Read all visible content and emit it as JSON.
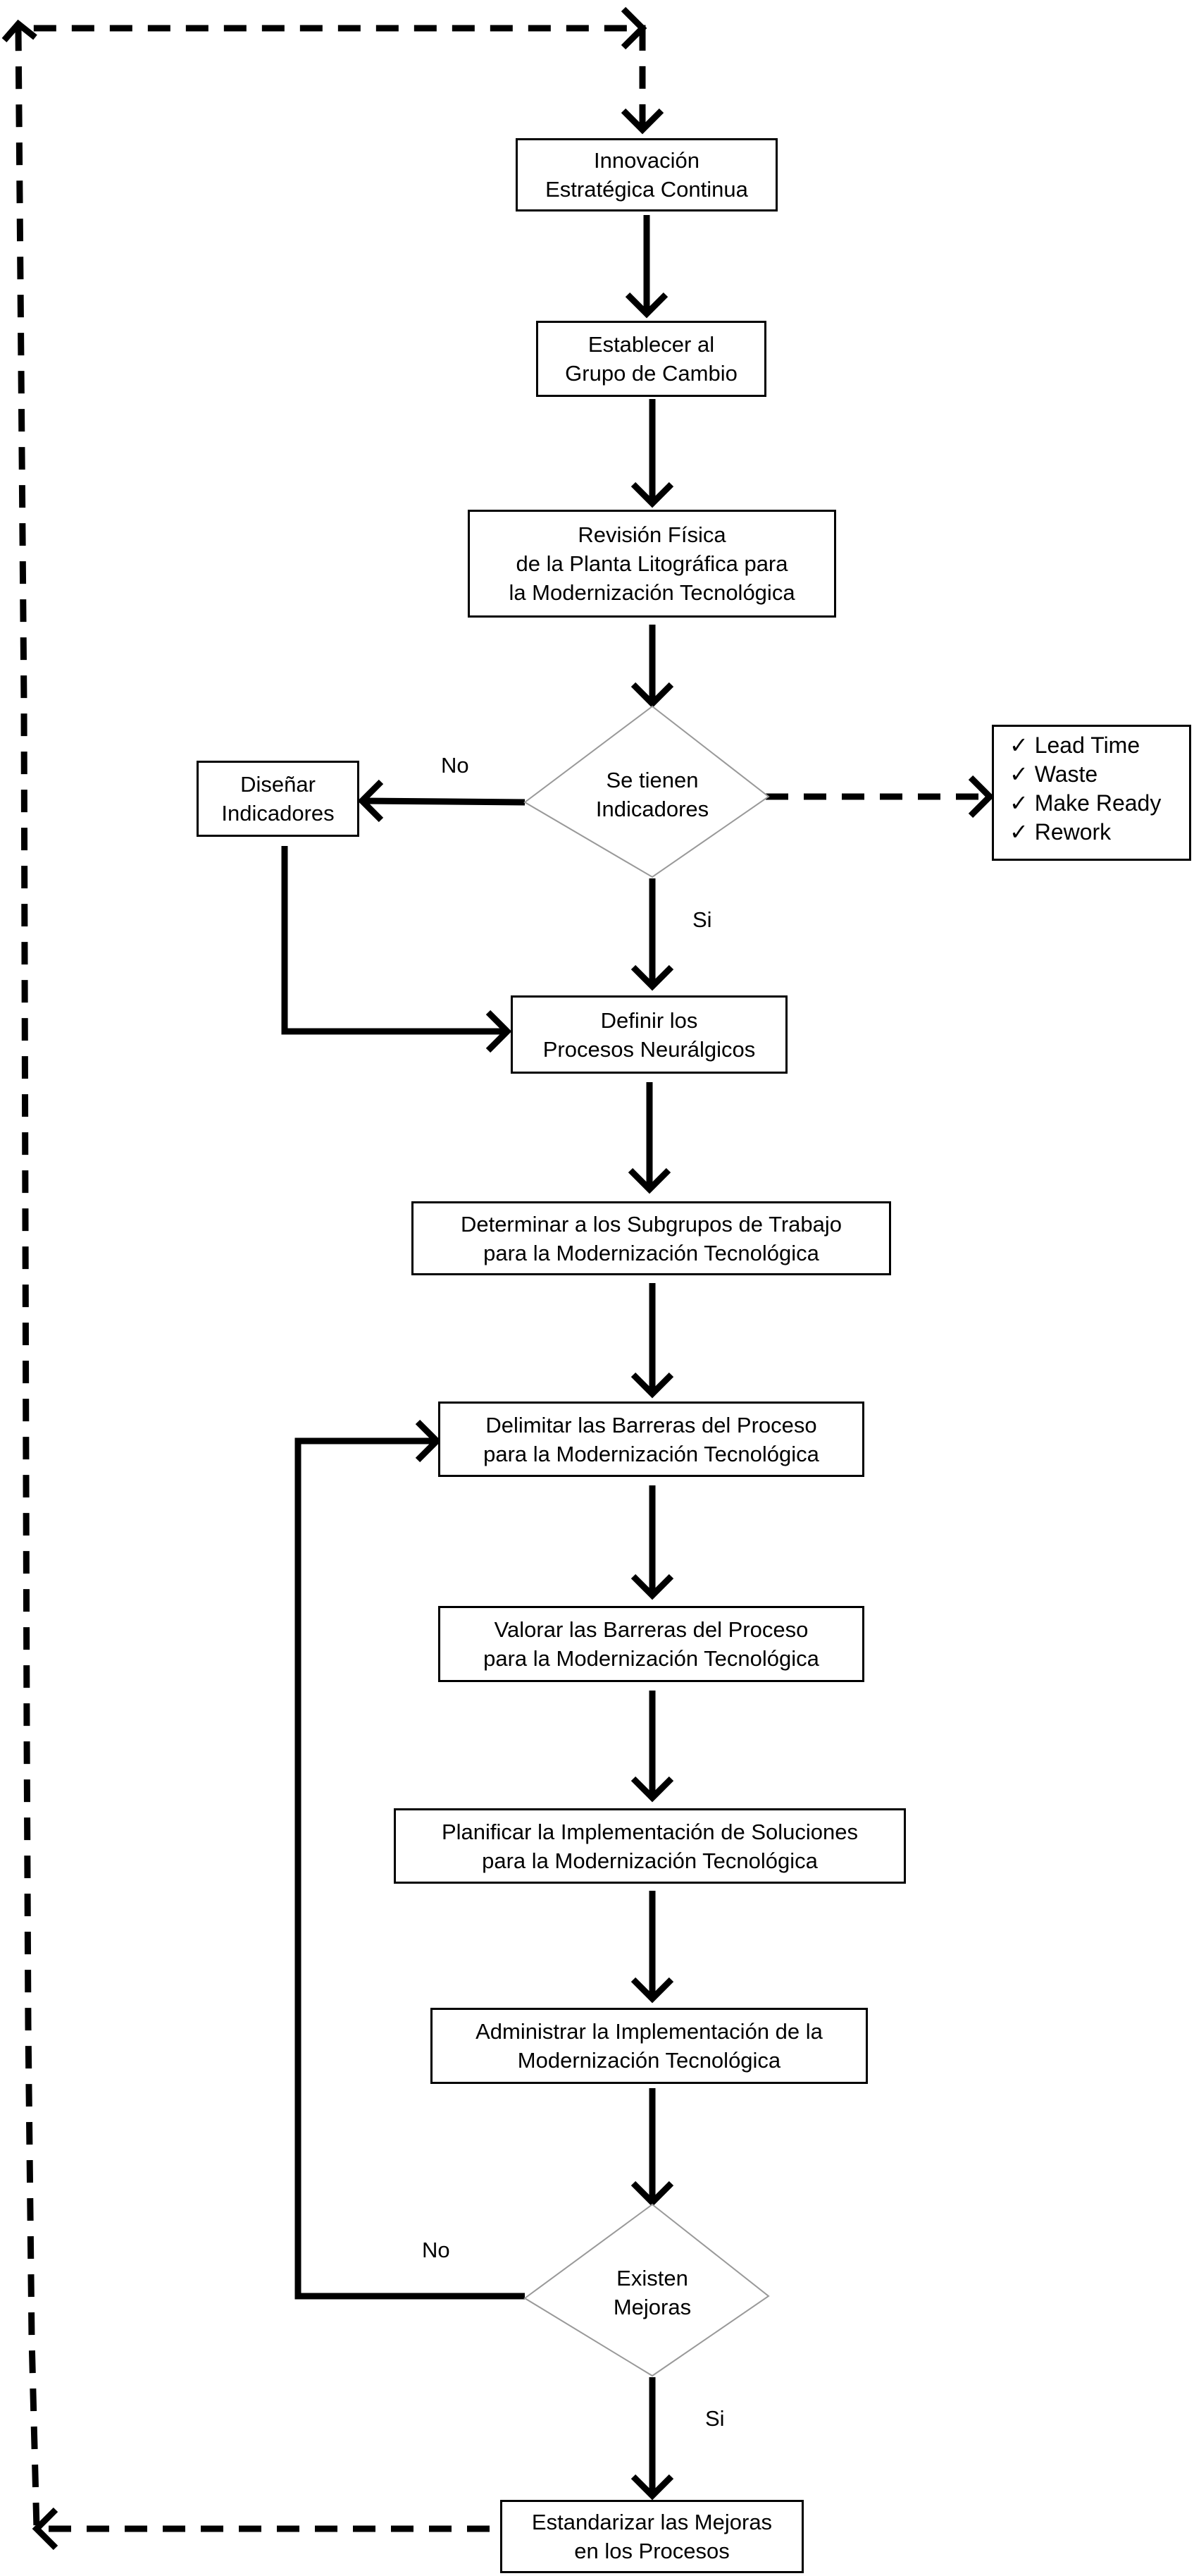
{
  "nodes": {
    "innovation": [
      "Innovación",
      "Estratégica Continua"
    ],
    "change_group": [
      "Establecer al",
      "Grupo de Cambio"
    ],
    "plant_review": [
      "Revisión Física",
      "de la Planta Litográfica para",
      "la Modernización Tecnológica"
    ],
    "indicators_decision": [
      "Se tienen",
      "Indicadores"
    ],
    "design_indicators": [
      "Diseñar",
      "Indicadores"
    ],
    "neural_processes": [
      "Definir los",
      "Procesos Neurálgicos"
    ],
    "subgroups": [
      "Determinar a los Subgrupos de Trabajo",
      "para la Modernización Tecnológica"
    ],
    "delimit_barriers": [
      "Delimitar las Barreras del Proceso",
      "para la Modernización Tecnológica"
    ],
    "value_barriers": [
      "Valorar las Barreras del Proceso",
      "para la Modernización Tecnológica"
    ],
    "plan_solutions": [
      "Planificar la Implementación de Soluciones",
      "para la Modernización Tecnológica"
    ],
    "manage_implementation": [
      "Administrar la Implementación de la",
      "Modernización Tecnológica"
    ],
    "improvements_decision": [
      "Existen",
      "Mejoras"
    ],
    "standardize": [
      "Estandarizar las Mejoras",
      "en los Procesos"
    ]
  },
  "indicator_list": [
    "Lead Time",
    "Waste",
    "Make Ready",
    "Rework"
  ],
  "check_symbol": "✓",
  "edge_labels": {
    "indicators_no": "No",
    "indicators_yes": "Si",
    "improvements_no": "No",
    "improvements_yes": "Si"
  }
}
